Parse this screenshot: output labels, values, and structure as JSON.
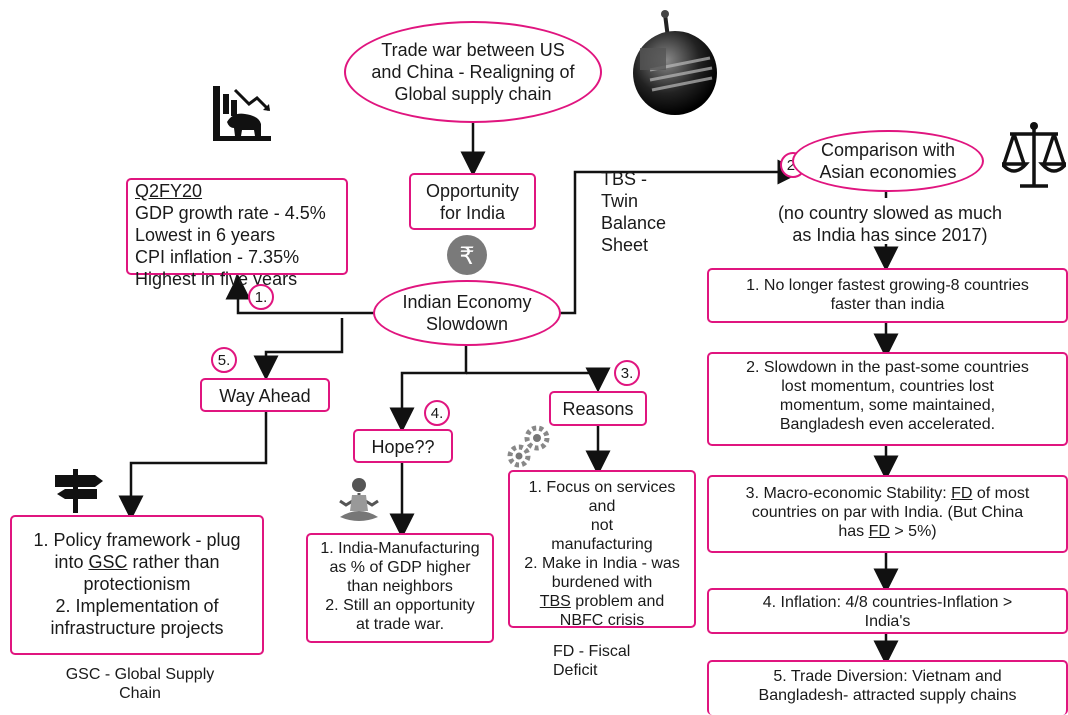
{
  "top_node": {
    "lines": [
      "Trade war between US",
      "and China - Realigning of",
      "Global supply chain"
    ]
  },
  "opportunity": {
    "lines": [
      "Opportunity",
      "for India"
    ]
  },
  "center_node": {
    "lines": [
      "Indian Economy",
      "Slowdown"
    ]
  },
  "rupee_symbol": "₹",
  "badges": {
    "one": "1.",
    "two": "2.",
    "three": "3.",
    "four": "4.",
    "five": "5."
  },
  "q2": {
    "title": "Q2FY20",
    "lines": [
      "GDP growth rate - 4.5%",
      "Lowest in 6 years",
      "CPI inflation - 7.35%",
      "Highest in five years"
    ]
  },
  "tbs_note": {
    "lines": [
      "TBS -",
      "Twin",
      "Balance",
      "Sheet"
    ]
  },
  "comparison": {
    "lines": [
      "Comparison with",
      "Asian economies"
    ]
  },
  "comparison_note": {
    "lines": [
      "(no country slowed as much",
      "as India has since 2017)"
    ]
  },
  "comparison_points": [
    {
      "lines": [
        "1. No longer fastest growing-8 countries",
        "faster than india"
      ]
    },
    {
      "lines": [
        "2. Slowdown in the past-some countries",
        "lost momentum, countries lost",
        "momentum, some maintained,",
        "Bangladesh even accelerated."
      ]
    },
    {
      "l1_pre": "3. Macro-economic Stability: ",
      "l1_u": "FD",
      "l1_post": " of most",
      "l2": "countries on par with India. (But China",
      "l3_pre": "has ",
      "l3_u": "FD",
      "l3_post": " > 5%)"
    },
    {
      "lines": [
        "4. Inflation: 4/8 countries-Inflation >",
        "India's"
      ]
    },
    {
      "lines": [
        "5. Trade Diversion: Vietnam and",
        "Bangladesh- attracted supply chains"
      ]
    }
  ],
  "way_ahead": {
    "label": "Way Ahead",
    "l1": "1. Policy framework - plug",
    "l2_pre": "into ",
    "l2_u": "GSC",
    "l2_post": " rather than",
    "l3": "protectionism",
    "l4": "2. Implementation of",
    "l5": "infrastructure projects"
  },
  "gsc_note": {
    "lines": [
      "GSC - Global Supply",
      "Chain"
    ]
  },
  "hope": {
    "label": "Hope??",
    "lines": [
      "1. India-Manufacturing",
      "as % of GDP higher",
      "than neighbors",
      "2. Still an opportunity",
      "at trade war."
    ]
  },
  "reasons": {
    "label": "Reasons",
    "l1": "1. Focus on services",
    "l2": "and",
    "l3": "not",
    "l4": "manufacturing",
    "l5": "2. Make in India - was",
    "l6": "burdened with",
    "l7_u": "TBS",
    "l7_post": " problem and",
    "l8": "NBFC crisis"
  },
  "fd_note": {
    "lines": [
      "FD - Fiscal",
      "Deficit"
    ]
  },
  "colors": {
    "accent": "#e0157f",
    "text": "#1a1a1a"
  },
  "icons": [
    "bomb-flag-icon",
    "falling-chart-bear-icon",
    "rupee-icon",
    "scales-icon",
    "signpost-icon",
    "meditation-icon",
    "gears-icon"
  ]
}
